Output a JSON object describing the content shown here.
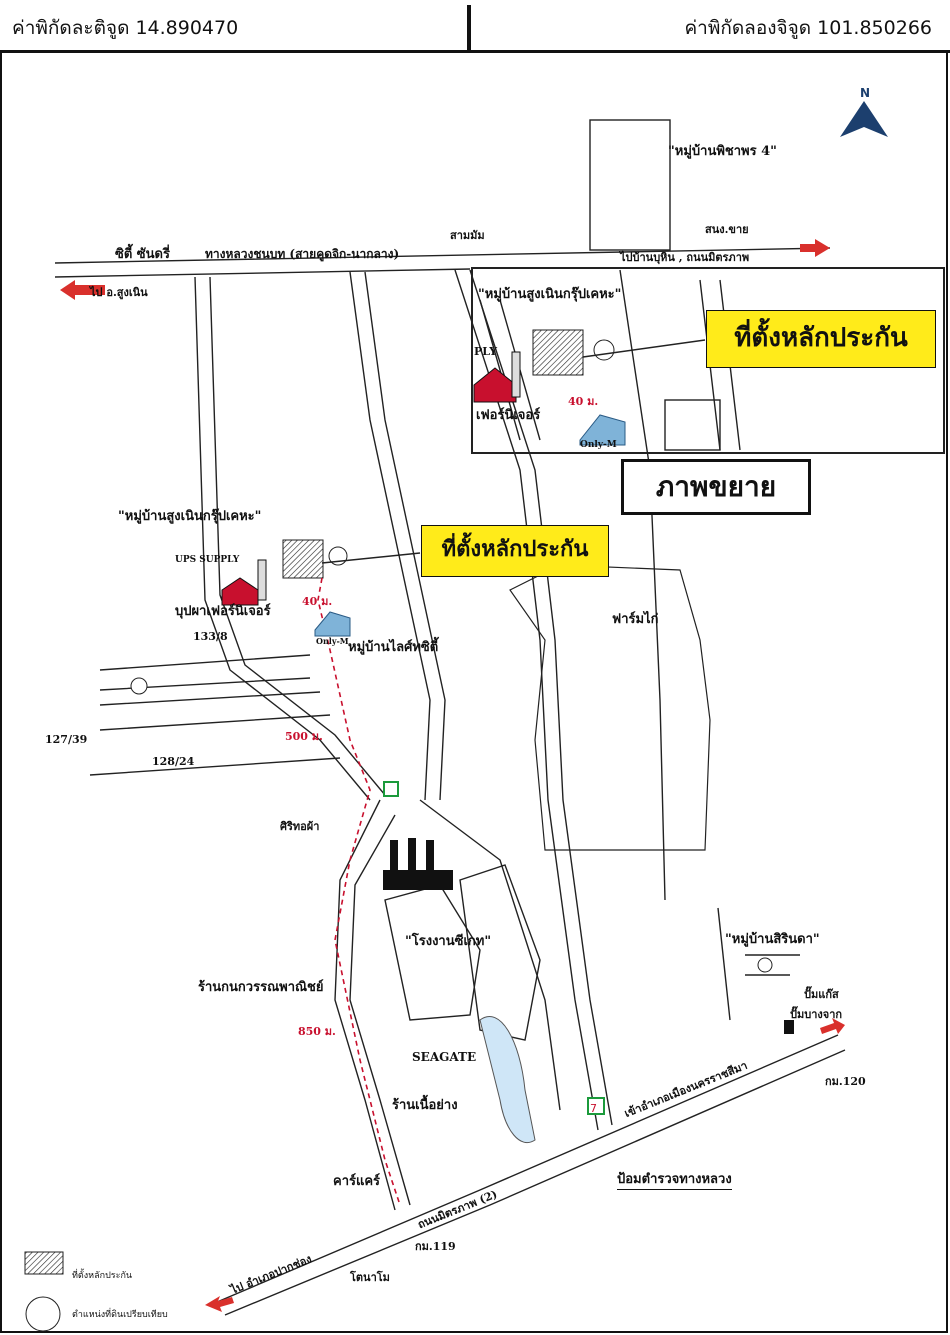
{
  "header": {
    "latitude": "ค่าพิกัดละติจูด 14.890470",
    "longitude": "ค่าพิกัดลองจิจูด 101.850266"
  },
  "callouts": {
    "zoom_location": "ที่ตั้งหลักประกัน",
    "main_location": "ที่ตั้งหลักประกัน",
    "zoom_title": "ภาพขยาย"
  },
  "labels": {
    "village_pichaporn": "\"หมู่บ้านพิชาพร 4\"",
    "nong_khai": "สนง.ขาย",
    "city_sundry": "ซิตี้ ซันดรี่",
    "highway_name": "ทางหลวงชนบท (สายคูดจิก-นากลาง)",
    "sam_mam": "สามมัม",
    "to_ban_nong": "ไปบ้านบุหิน , ถนนมิตรภาพ",
    "to_sung_noen": "ไป อ.สูงเนิน",
    "village_sung_noen_zoom": "\"หมู่บ้านสูงเนินกรุ๊ปเคหะ\"",
    "ply_zoom": "PLY",
    "furniture_zoom": "เฟอร์นิเจอร์",
    "dist40_zoom": "40 ม.",
    "onlym_zoom": "Only-M",
    "village_sung_noen": "\"หมู่บ้านสูงเนินกรุ๊ปเคหะ\"",
    "ups_supply": "UPS SUPPLY",
    "bupha_furniture": "บุปผาเฟอร์นิเจอร์",
    "dist40": "40 ม.",
    "only_m": "Only-M",
    "village_silicon": "หมู่บ้านไลศ์ทซิตี้",
    "chicken_farm": "ฟาร์มไก่",
    "num_1338": "133/8",
    "num_12739": "127/39",
    "num_12824": "128/24",
    "dist500": "500 ม.",
    "sritho_cha": "ศิริทอผ้า",
    "seagate_factory": "\"โรงงานซีเกท\"",
    "kanok_shop": "ร้านกนกวรรณพาณิชย์",
    "dist850": "850 ม.",
    "seagate": "SEAGATE",
    "bbq_shop": "ร้านเนื้อย่าง",
    "carecare": "คาร์แคร์",
    "mittraphap_road": "ถนนมิตรภาพ (2)",
    "km119": "กม.119",
    "to_pak_chong": "ไป อำเภอปากช่อง",
    "kanomo": "โตนาโม",
    "police": "ป้อมตำรวจทางหลวง",
    "to_korat": "เข้าอำเภอเมืองนครราชสีมา",
    "km120": "กม.120",
    "village_sirinda": "\"หมู่บ้านสิรินดา\"",
    "gas_station": "ปั๊มแก๊ส",
    "bang_chak": "ปั๊มบางจาก"
  },
  "legend": {
    "hatch": "ที่ตั้งหลักประกัน",
    "circle": "ตำแหน่งที่ดินเปรียบเทียบ"
  },
  "colors": {
    "route_red": "#c8102e",
    "callout_yellow": "#ffeb1a",
    "arrow_red": "#d9302c",
    "north_blue": "#1c3f6e",
    "lake_blue": "#cfe6f7"
  },
  "icons": {
    "north": "north-arrow-icon",
    "factory": "factory-icon",
    "warehouse": "warehouse-icon",
    "seven_eleven": "seven-eleven-icon",
    "gas": "gas-pump-icon",
    "police": "police-box-icon"
  }
}
